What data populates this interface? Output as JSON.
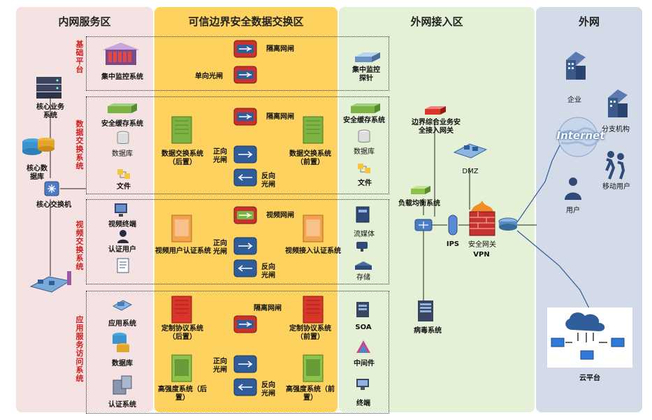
{
  "zones": {
    "intranet": "内网服务区",
    "boundary": "可信边界安全数据交换区",
    "extranet_access": "外网接入区",
    "internet": "外网"
  },
  "side_labels": {
    "base": "基础平台",
    "data_exchange": "数据交换系统",
    "video_exchange": "视频交换系统",
    "app_access": "应用服务访问系统"
  },
  "intranet": {
    "core_business": "核心业务系统",
    "core_db": "核心数据库",
    "core_switch": "核心交换机",
    "monitor": "集中监控系统",
    "cache": "安全缓存系统",
    "database": "数据库",
    "file": "文件",
    "video_terminal": "视频终端",
    "auth_user": "认证用户",
    "app_system": "应用系统",
    "app_db": "数据库",
    "auth_system": "认证系统"
  },
  "boundary": {
    "isolation_gate": "隔离网闸",
    "oneway_gate": "单向光闸",
    "data_ex_back": "数据交换系统（后置）",
    "data_ex_front": "数据交换系统（前置）",
    "forward_gate": "正向光闸",
    "reverse_gate": "反向光闸",
    "video_gate": "视频网闸",
    "video_user_auth": "视频用户认证系统",
    "video_access_auth": "视频接入认证系统",
    "custom_back": "定制协议系统（后置）",
    "custom_front": "定制协议系统（前置）",
    "hs_back": "高强度系统（后置）",
    "hs_front": "高强度系统（前置）"
  },
  "extranet": {
    "probe": "集中监控探针",
    "cache": "安全缓存系统",
    "database": "数据库",
    "file": "文件",
    "media": "流媒体",
    "storage": "存储",
    "soa": "SOA",
    "middleware": "中间件",
    "terminal": "终端",
    "border_gw": "边界综合业务安全接入网关",
    "dmz": "DMZ",
    "lb": "负载均衡系统",
    "ips": "IPS",
    "sec_gw": "安全网关",
    "vpn": "VPN",
    "antivirus": "病毒系统"
  },
  "internet": {
    "cloud_word": "Internet",
    "enterprise": "企业",
    "branch": "分支机构",
    "user": "用户",
    "mobile": "移动用户",
    "cloud": "云平台"
  },
  "colors": {
    "zone_intranet": "#f5e2e2",
    "zone_boundary": "#fdd25f",
    "zone_extranet": "#e4f1d6",
    "zone_internet": "#d3dbe9",
    "label_red": "#d21b1b",
    "gate_red": "#c8322e",
    "server_green": "#7cb342",
    "server_orange": "#f2a34b",
    "server_red": "#d9352b",
    "net_blue": "#2f5d9a"
  }
}
